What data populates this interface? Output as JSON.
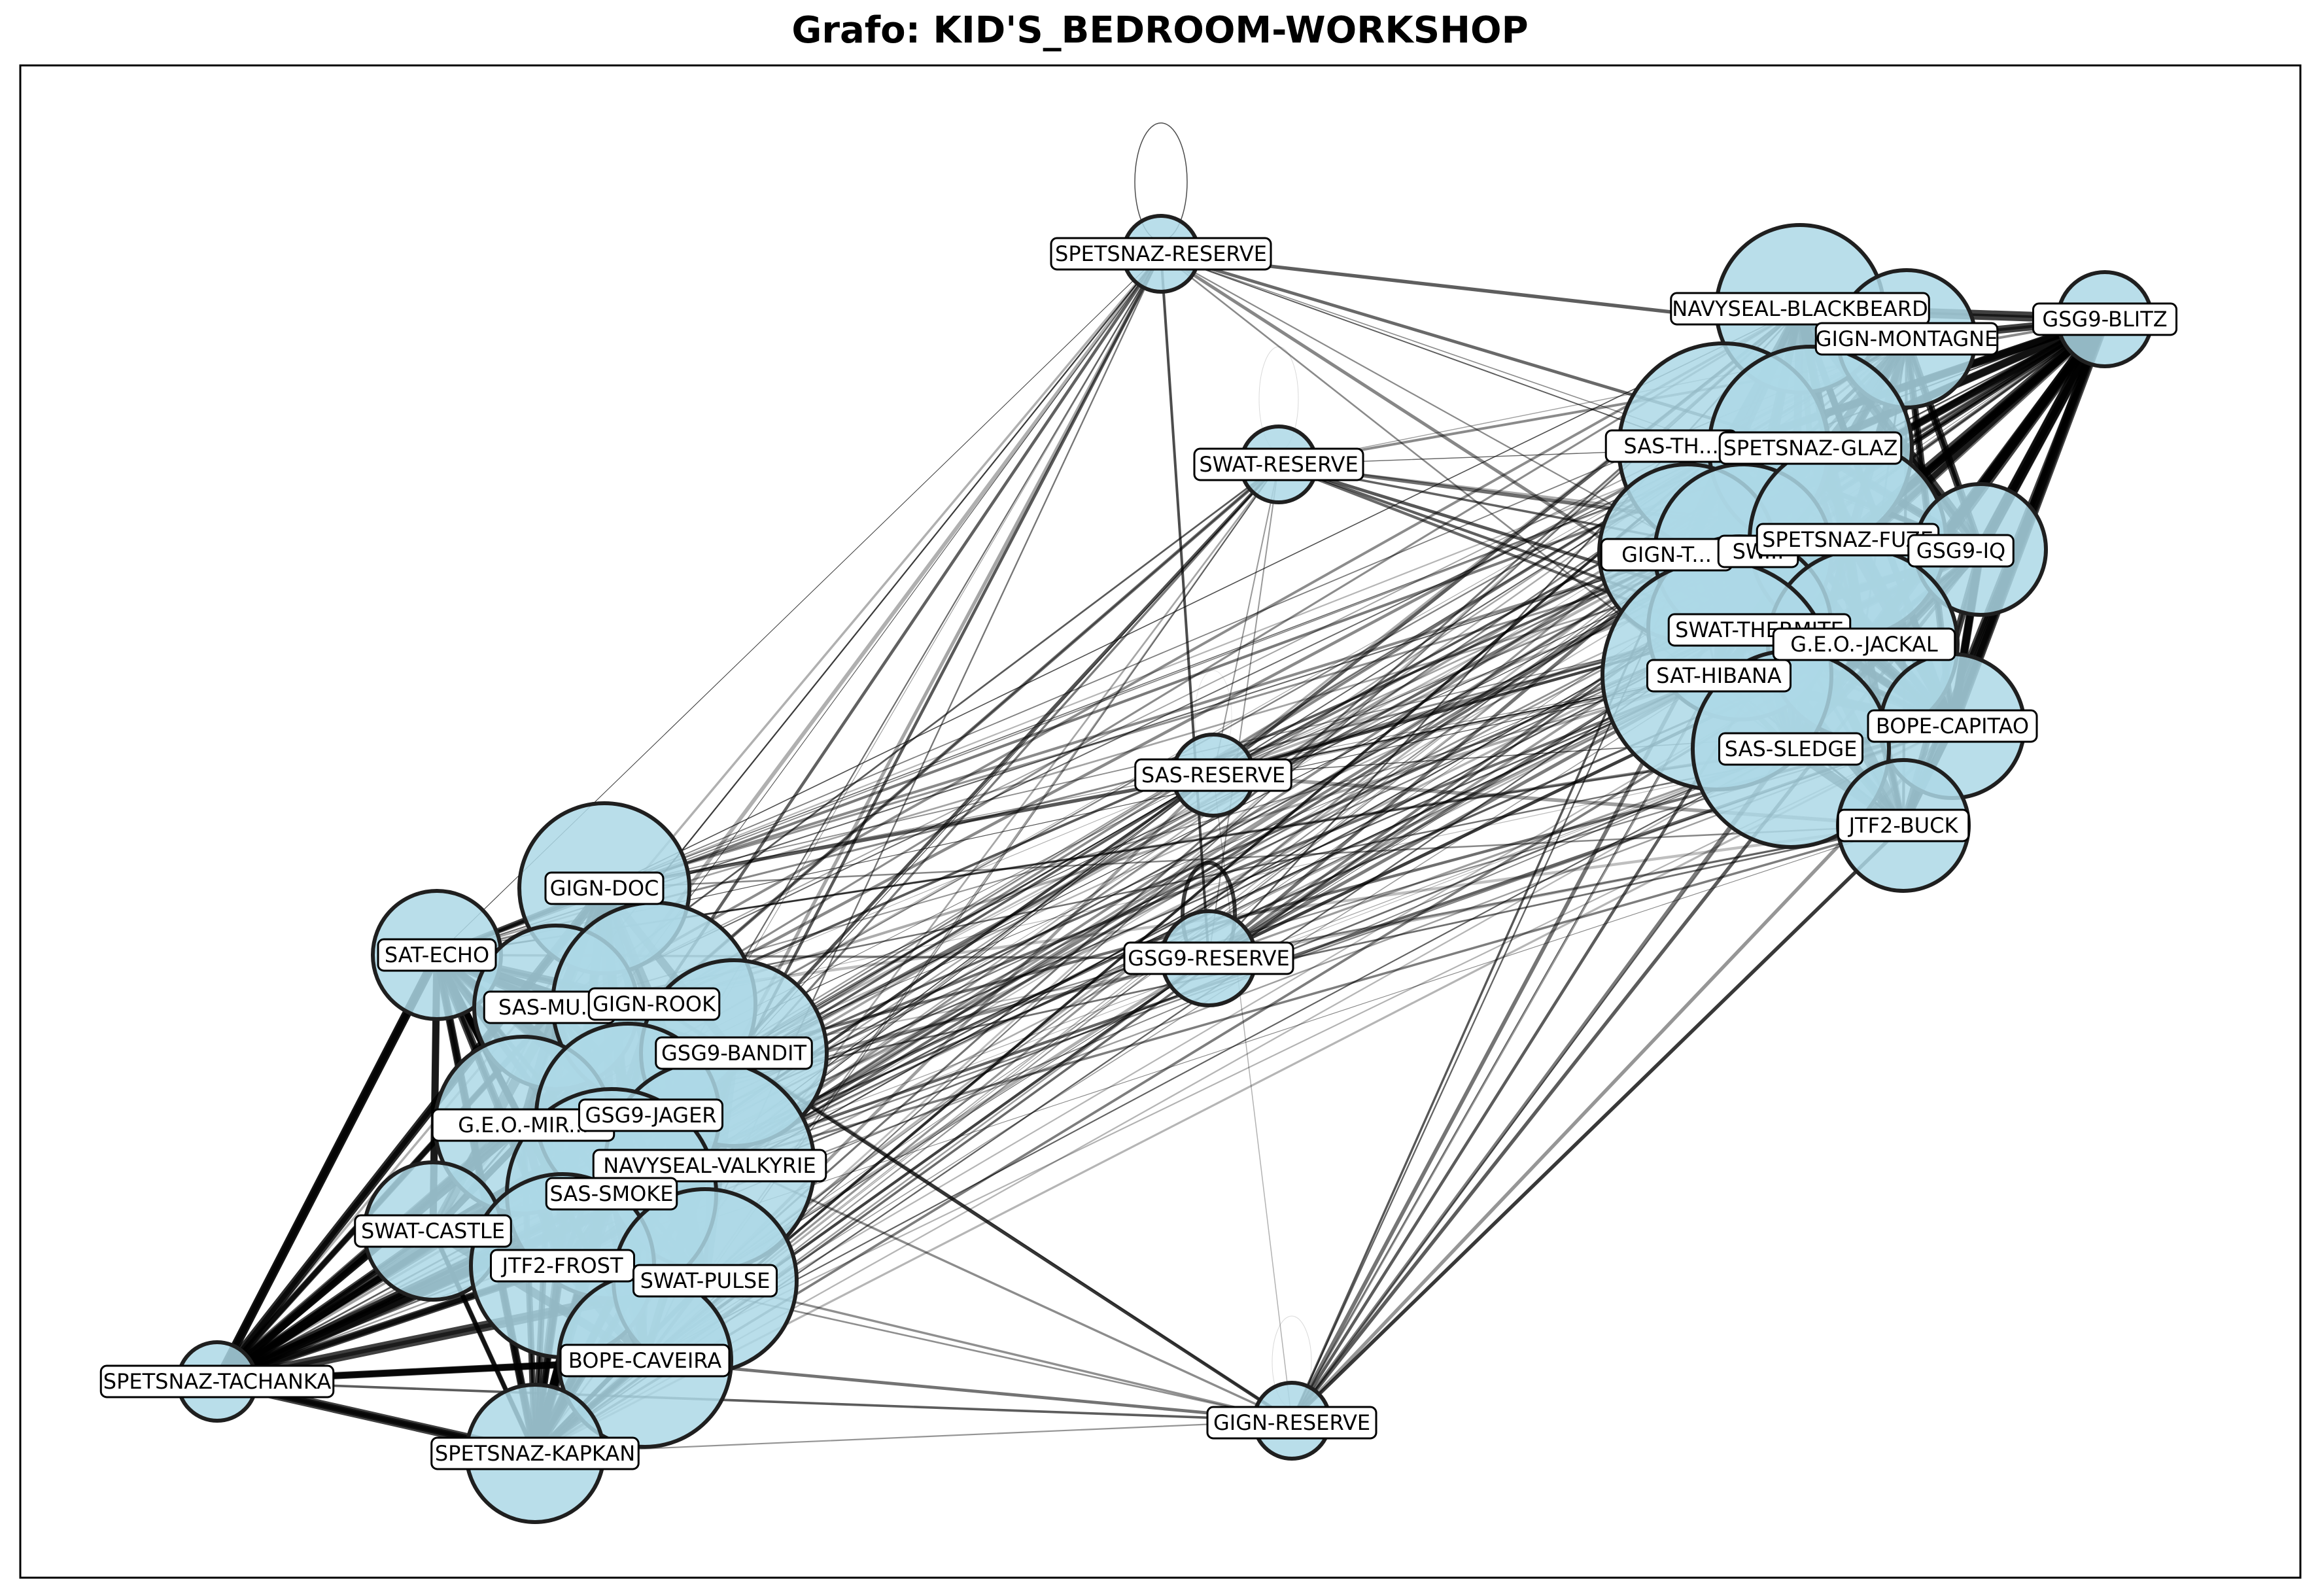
{
  "title": "Grafo: KID'S_BEDROOM-WORKSHOP",
  "colors": {
    "node_fill": "#add8e6",
    "node_stroke": "#1f1f1f",
    "edge": "#000000",
    "label_bg": "#ffffff",
    "frame": "#000000"
  },
  "nodes": [
    {
      "id": "SPETSNAZ-RESERVE",
      "size": 1
    },
    {
      "id": "SWAT-RESERVE",
      "size": 1
    },
    {
      "id": "SAS-RESERVE",
      "size": 1
    },
    {
      "id": "GSG9-RESERVE",
      "size": 1
    },
    {
      "id": "GIGN-RESERVE",
      "size": 1
    },
    {
      "id": "NAVYSEAL-BLACKBEARD",
      "size": 3
    },
    {
      "id": "GIGN-MONTAGNE",
      "size": 2
    },
    {
      "id": "GSG9-BLITZ",
      "size": 1
    },
    {
      "id": "SAS-THATCHER",
      "display": "SAS-TH...",
      "size": 4
    },
    {
      "id": "SPETSNAZ-GLAZ",
      "size": 4
    },
    {
      "id": "GIGN-TWITCH",
      "display": "GIGN-T...",
      "size": 3
    },
    {
      "id": "SWAT-ASH",
      "display": "SW...",
      "size": 3
    },
    {
      "id": "SPETSNAZ-FUZE",
      "size": 3
    },
    {
      "id": "GSG9-IQ",
      "display": "GSG9-IQ",
      "size": 2
    },
    {
      "id": "SWAT-THERMITE",
      "display": "SWAT-THERMITE",
      "size": 3
    },
    {
      "id": "G.E.O.-JACKAL",
      "size": 3
    },
    {
      "id": "SAT-HIBANA",
      "size": 4
    },
    {
      "id": "BOPE-CAPITAO",
      "size": 2
    },
    {
      "id": "SAS-SLEDGE",
      "size": 3
    },
    {
      "id": "JTF2-BUCK",
      "size": 2
    },
    {
      "id": "SAT-ECHO",
      "size": 2
    },
    {
      "id": "GIGN-DOC",
      "size": 3
    },
    {
      "id": "SAS-MUTE",
      "display": "SAS-MU...",
      "size": 3
    },
    {
      "id": "GIGN-ROOK",
      "size": 3
    },
    {
      "id": "GSG9-BANDIT",
      "size": 4
    },
    {
      "id": "G.E.O.-MIRA",
      "display": "G.E.O.-MIR...",
      "size": 3
    },
    {
      "id": "GSG9-JAGER",
      "size": 3
    },
    {
      "id": "NAVYSEAL-VALKYRIE",
      "size": 4
    },
    {
      "id": "SAS-SMOKE",
      "size": 3
    },
    {
      "id": "SWAT-CASTLE",
      "size": 2
    },
    {
      "id": "JTF2-FROST",
      "size": 3
    },
    {
      "id": "SWAT-PULSE",
      "size": 3
    },
    {
      "id": "BOPE-CAVEIRA",
      "size": 3
    },
    {
      "id": "SPETSNAZ-TACHANKA",
      "size": 1
    },
    {
      "id": "SPETSNAZ-KAPKAN",
      "size": 2
    }
  ],
  "self_loops": [
    "SPETSNAZ-RESERVE",
    "SWAT-RESERVE",
    "SAS-RESERVE",
    "GSG9-RESERVE",
    "GIGN-RESERVE"
  ]
}
